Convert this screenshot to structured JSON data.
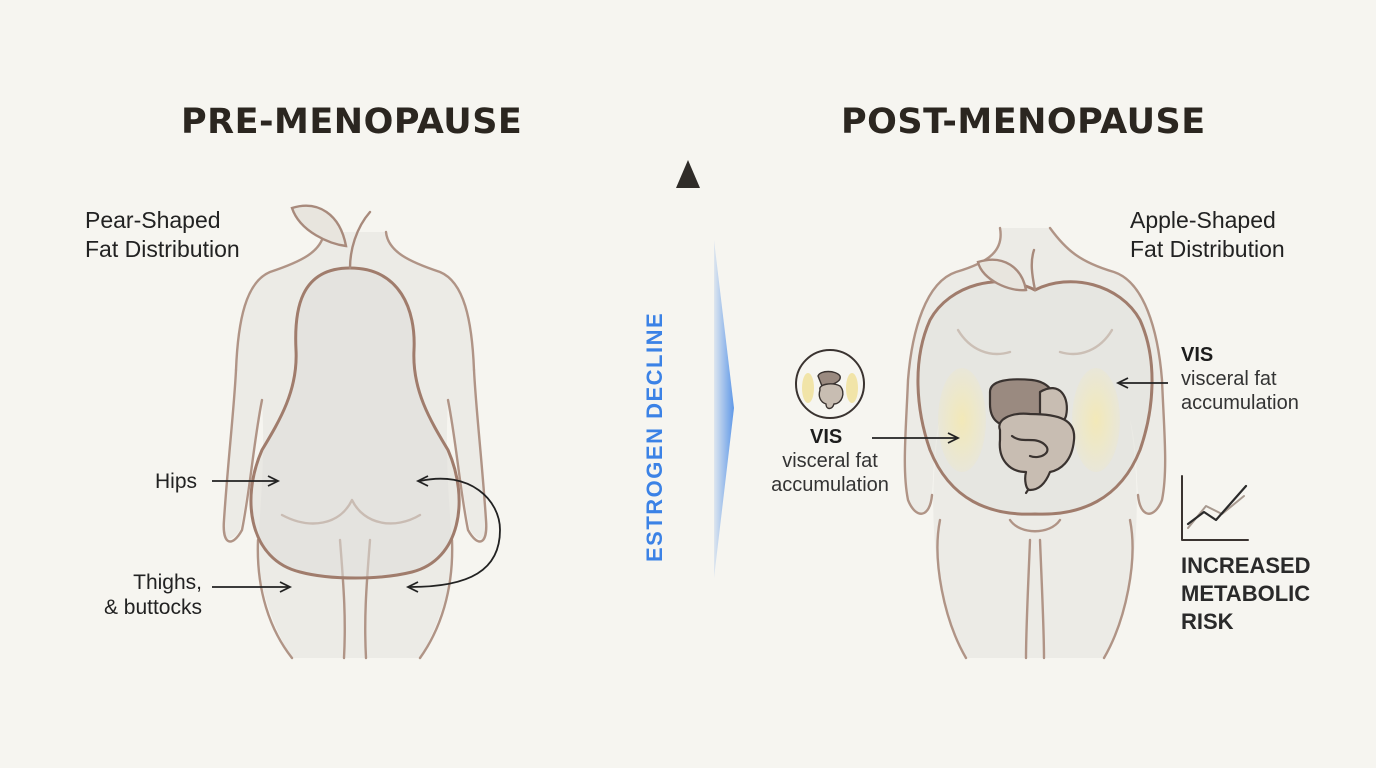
{
  "left": {
    "title": "PRE-MENOPAUSE",
    "subtitle_line1": "Pear-Shaped",
    "subtitle_line2": "Fat Distribution",
    "label_hips": "Hips",
    "label_thighs_line1": "Thighs,",
    "label_thighs_line2": "& buttocks"
  },
  "center": {
    "axis_label": "ESTROGEN DECLINE"
  },
  "right": {
    "title": "POST-MENOPAUSE",
    "subtitle_line1": "Apple-Shaped",
    "subtitle_line2": "Fat Distribution",
    "vis_right_title": "VIS",
    "vis_right_line1": "visceral fat",
    "vis_right_line2": "accumulation",
    "vis_left_title": "VIS",
    "vis_left_line1": "visceral fat",
    "vis_left_line2": "accumulation",
    "risk_line1": "INCREASED",
    "risk_line2": "METABOLIC",
    "risk_line3": "RISK"
  },
  "icons": {
    "pear": "pear-icon",
    "apple": "apple-icon",
    "organs": "digestive-organs-icon",
    "chart": "rising-line-chart-icon"
  },
  "colors": {
    "background": "#f6f5f0",
    "outline": "#a88a7c",
    "accent_blue": "#3b82e6",
    "fat_yellow": "#f1e7b4"
  }
}
